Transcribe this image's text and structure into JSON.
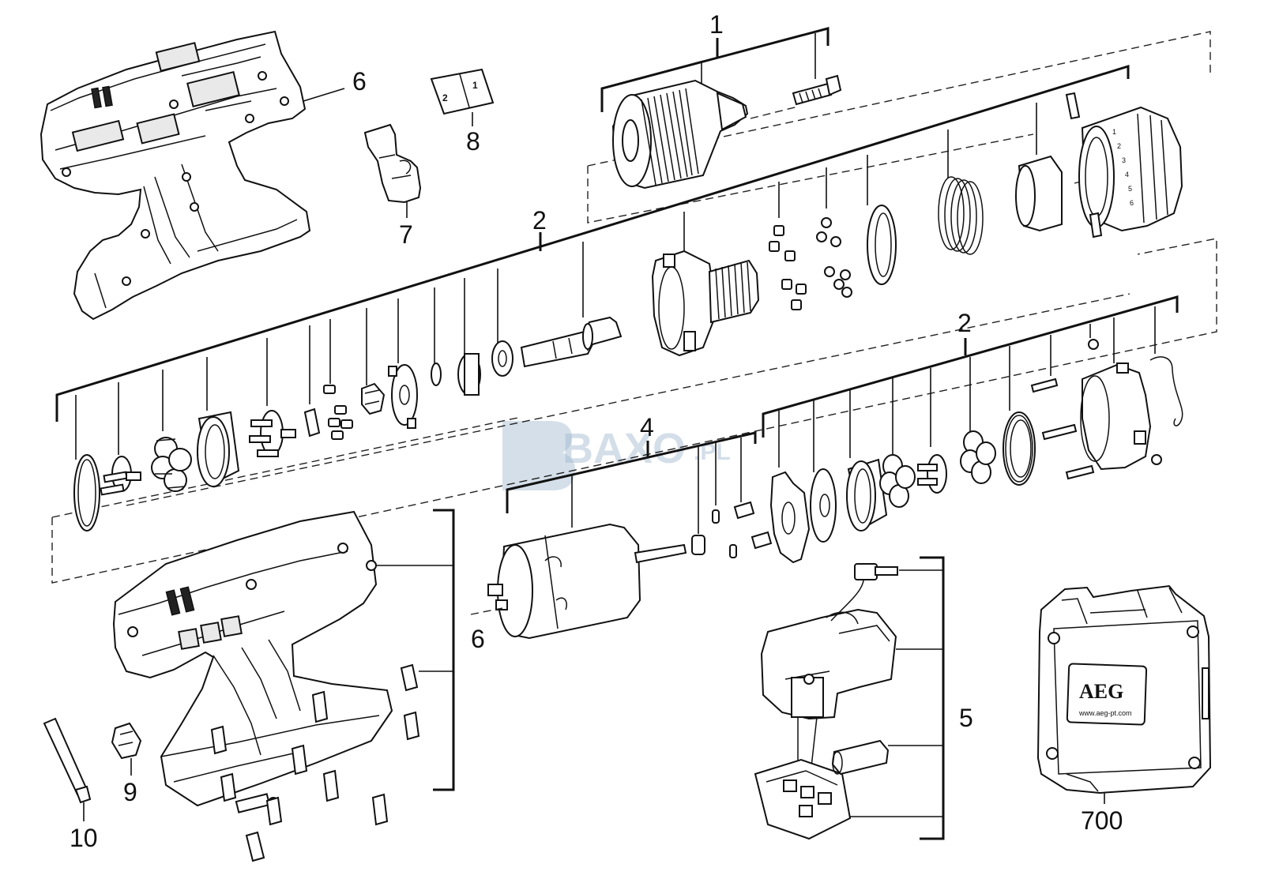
{
  "callouts": {
    "c1": "1",
    "c2a": "2",
    "c2b": "2",
    "c4": "4",
    "c5": "5",
    "c6a": "6",
    "c6b": "6",
    "c7": "7",
    "c8": "8",
    "c9": "9",
    "c10": "10",
    "c700": "700"
  },
  "watermark": {
    "text": "BAXO",
    "suffix": ".PL"
  },
  "case_label": {
    "brand": "AEG",
    "url": "www.aeg-pt.com"
  },
  "selector_label": {
    "pos1": "1",
    "pos2": "2"
  },
  "ring_numbers": [
    "1",
    "2",
    "3",
    "4",
    "5",
    "6"
  ]
}
